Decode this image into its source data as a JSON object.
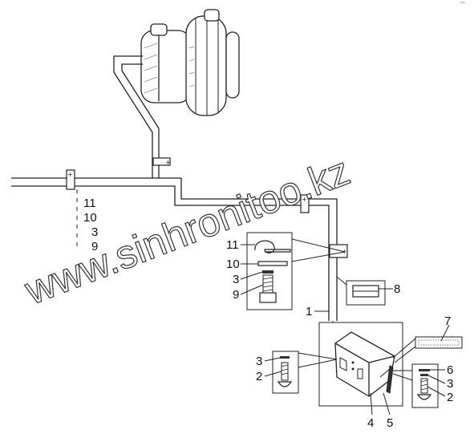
{
  "watermark": "www.sinhronitoo.kz",
  "corner_mark": "·°°°",
  "callouts": {
    "stack_left": [
      "11",
      "10",
      "3",
      "9"
    ],
    "clamp_detail": [
      "11",
      "10",
      "3",
      "9"
    ],
    "item_1": "1",
    "item_8": "8",
    "item_7": "7",
    "item_6": "6",
    "right_3": "3",
    "right_2": "2",
    "left_3": "3",
    "left_2": "2",
    "item_4": "4",
    "item_5": "5"
  }
}
